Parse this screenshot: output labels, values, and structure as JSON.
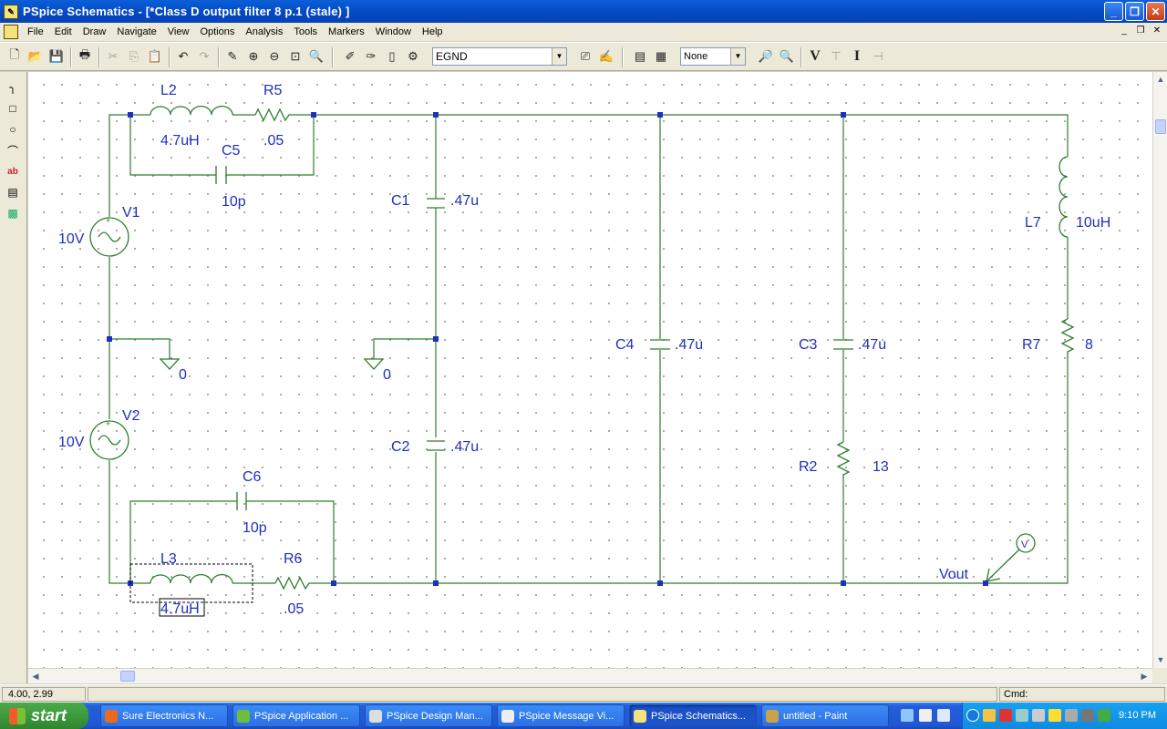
{
  "window": {
    "title": "PSpice Schematics - [*Class D output filter 8  p.1 (stale)  ]",
    "controls": [
      "minimize",
      "maximize",
      "close"
    ]
  },
  "menu": [
    "File",
    "Edit",
    "Draw",
    "Navigate",
    "View",
    "Options",
    "Analysis",
    "Tools",
    "Markers",
    "Window",
    "Help"
  ],
  "toolbar": {
    "part_combo": "EGND",
    "zoom_combo": "None",
    "v_label": "V",
    "i_label": "I"
  },
  "schematic": {
    "components": [
      {
        "ref": "L2",
        "value": "4.7uH"
      },
      {
        "ref": "R5",
        "value": ".05"
      },
      {
        "ref": "C5",
        "value": "10p"
      },
      {
        "ref": "V1",
        "value": "10V"
      },
      {
        "ref": "V2",
        "value": "10V"
      },
      {
        "ref": "C1",
        "value": ".47u"
      },
      {
        "ref": "C2",
        "value": ".47u"
      },
      {
        "ref": "C4",
        "value": ".47u"
      },
      {
        "ref": "C3",
        "value": ".47u"
      },
      {
        "ref": "R2",
        "value": "13"
      },
      {
        "ref": "L7",
        "value": "10uH"
      },
      {
        "ref": "R7",
        "value": "8"
      },
      {
        "ref": "C6",
        "value": "10p"
      },
      {
        "ref": "L3",
        "value": "4.7uH"
      },
      {
        "ref": "R6",
        "value": ".05"
      }
    ],
    "grounds": [
      "0",
      "0"
    ],
    "net_label": "Vout",
    "marker_label": "V"
  },
  "status": {
    "coords": "4.00,  2.99",
    "cmd_label": "Cmd:"
  },
  "taskbar": {
    "start_label": "start",
    "tasks": [
      "Sure Electronics N...",
      "PSpice Application ...",
      "PSpice Design Man...",
      "PSpice Message Vi...",
      "PSpice Schematics...",
      "untitled - Paint"
    ],
    "clock": "9:10 PM"
  },
  "colors": {
    "wire": "#2e7d2e",
    "part": "#2e7d2e",
    "label": "#1f2fbf",
    "node": "#1f2fbf",
    "titlebar": "#0a5fd8"
  }
}
